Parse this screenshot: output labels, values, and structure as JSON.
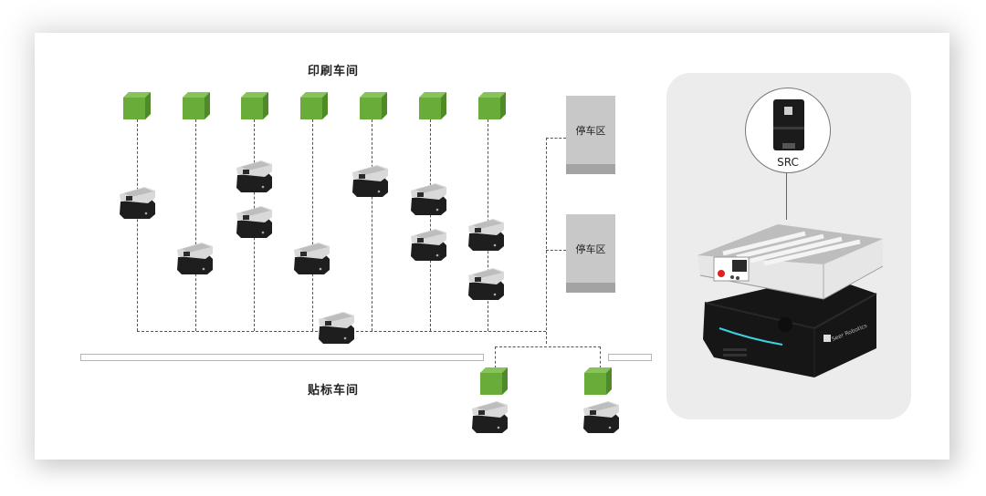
{
  "diagram": {
    "top_workshop_label": "印刷车间",
    "bottom_workshop_label": "贴标车间",
    "parking_zones": [
      {
        "label": "停车区"
      },
      {
        "label": "停车区"
      }
    ],
    "top_stations_count": 7,
    "bottom_stations_count": 2,
    "module_callout_label": "SRC",
    "robot_brand": "Seer Robotics",
    "colors": {
      "station_green": "#6aac3a",
      "station_green_dark": "#4e8a28",
      "parking_gray": "#c8c8c8",
      "parking_base": "#a3a3a3",
      "panel_bg": "#ececec",
      "agv_body": "#1e1e1e",
      "agv_top": "#d9d9d9",
      "status_light": "#3fd0e0"
    }
  }
}
